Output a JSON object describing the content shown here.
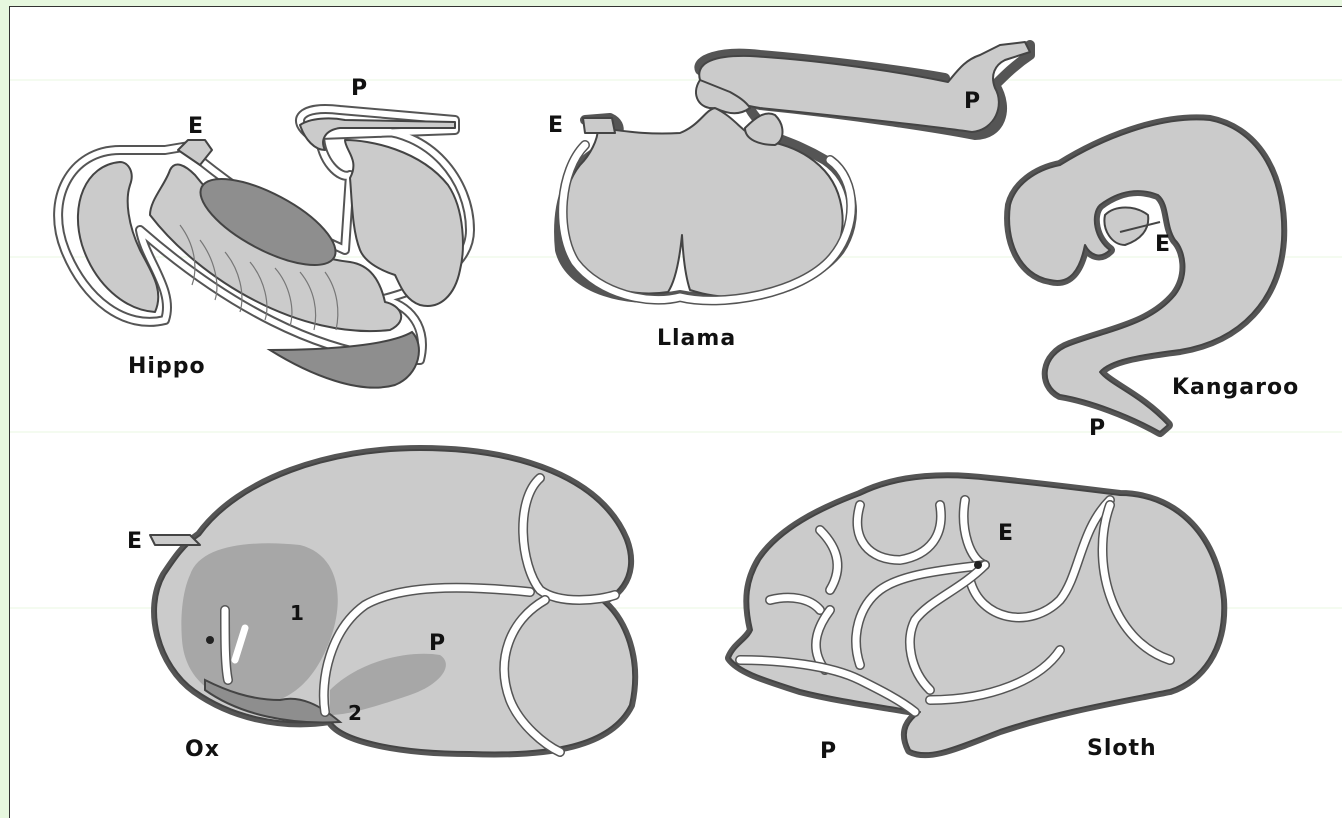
{
  "animals": {
    "hippo": {
      "name": "Hippo",
      "esophagus": "E",
      "pylorus": "P"
    },
    "llama": {
      "name": "Llama",
      "esophagus": "E",
      "pylorus": "P"
    },
    "kangaroo": {
      "name": "Kangaroo",
      "esophagus": "E",
      "pylorus": "P"
    },
    "ox": {
      "name": "Ox",
      "esophagus": "E",
      "pylorus": "P",
      "region_1": "1",
      "region_2": "2"
    },
    "sloth": {
      "name": "Sloth",
      "esophagus": "E",
      "pylorus": "P"
    }
  },
  "colors": {
    "tissue": "#cbcbcb",
    "dark_tissue": "#8e8e8e",
    "outline": "#444444",
    "background": "#ffffff",
    "page_border": "#e7f8df"
  }
}
